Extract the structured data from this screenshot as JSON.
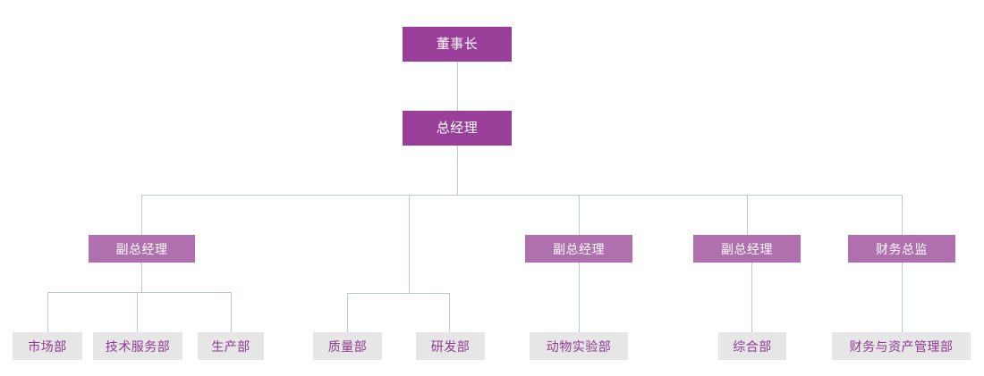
{
  "chart_data": {
    "type": "diagram",
    "subtype": "organizational-chart",
    "title": "",
    "orientation": "top-down",
    "colors": {
      "level1_box": "#9a3f99",
      "level1_text": "#ffffff",
      "level2_box": "#9a3f99",
      "level2_text": "#ffffff",
      "level3_box": "#b06fae",
      "level3_text": "#ffffff",
      "leaf_box": "#e6e6e6",
      "leaf_text": "#8e3a8e",
      "connector": "#b9c9d5",
      "background": "#ffffff"
    },
    "nodes": [
      {
        "id": "n1",
        "label": "董事长",
        "level": 1,
        "parent": null
      },
      {
        "id": "n2",
        "label": "总经理",
        "level": 2,
        "parent": "n1"
      },
      {
        "id": "n3",
        "label": "副总经理",
        "level": 3,
        "parent": "n2"
      },
      {
        "id": "n4",
        "label": "副总经理",
        "level": 3,
        "parent": "n2"
      },
      {
        "id": "n5",
        "label": "副总经理",
        "level": 3,
        "parent": "n2"
      },
      {
        "id": "n6",
        "label": "财务总监",
        "level": 3,
        "parent": "n2"
      },
      {
        "id": "n7",
        "label": "市场部",
        "level": 4,
        "parent": "n3"
      },
      {
        "id": "n8",
        "label": "技术服务部",
        "level": 4,
        "parent": "n3"
      },
      {
        "id": "n9",
        "label": "生产部",
        "level": 4,
        "parent": "n3"
      },
      {
        "id": "n10",
        "label": "质量部",
        "level": 4,
        "parent": "n2"
      },
      {
        "id": "n11",
        "label": "研发部",
        "level": 4,
        "parent": "n2"
      },
      {
        "id": "n12",
        "label": "动物实验部",
        "level": 4,
        "parent": "n4"
      },
      {
        "id": "n13",
        "label": "综合部",
        "level": 4,
        "parent": "n5"
      },
      {
        "id": "n14",
        "label": "财务与资产管理部",
        "level": 4,
        "parent": "n6"
      }
    ]
  },
  "org": {
    "chairman": {
      "label": "董事长"
    },
    "general_manager": {
      "label": "总经理"
    },
    "executives": [
      {
        "label": "副总经理"
      },
      {
        "label": "副总经理"
      },
      {
        "label": "副总经理"
      },
      {
        "label": "财务总监"
      }
    ],
    "departments": [
      {
        "label": "市场部"
      },
      {
        "label": "技术服务部"
      },
      {
        "label": "生产部"
      },
      {
        "label": "质量部"
      },
      {
        "label": "研发部"
      },
      {
        "label": "动物实验部"
      },
      {
        "label": "综合部"
      },
      {
        "label": "财务与资产管理部"
      }
    ]
  }
}
